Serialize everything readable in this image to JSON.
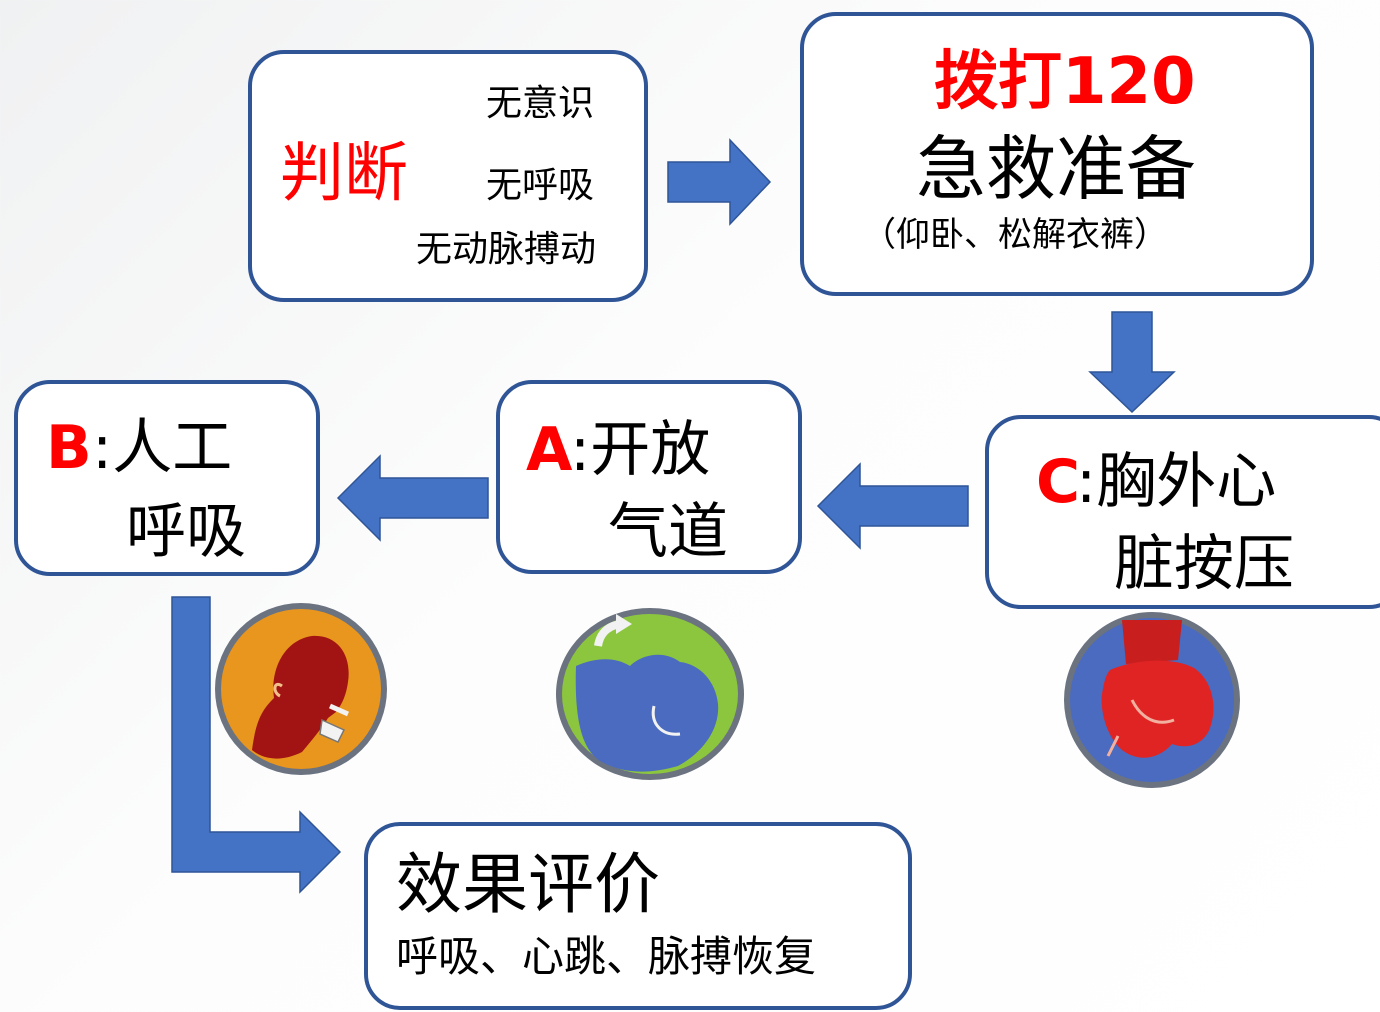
{
  "judge": {
    "title": "判断",
    "items": [
      "无意识",
      "无呼吸",
      "无动脉搏动"
    ]
  },
  "call": {
    "title": "拨打120",
    "subtitle": "急救准备",
    "note": "（仰卧、松解衣裤）"
  },
  "step_c": {
    "letter": "C",
    "line1": ":胸外心",
    "line2": "脏按压"
  },
  "step_a": {
    "letter": "A",
    "line1": ":开放",
    "line2": "气道"
  },
  "step_b": {
    "letter": "B",
    "line1": ":人工",
    "line2": "呼吸"
  },
  "evaluate": {
    "title": "效果评价",
    "note": "呼吸、心跳、脉搏恢复"
  },
  "icons": [
    "rescue-breathing-icon",
    "open-airway-icon",
    "chest-compression-icon"
  ],
  "colors": {
    "box_border": "#2f5597",
    "arrow": "#4472c4",
    "accent": "#ff0000"
  }
}
